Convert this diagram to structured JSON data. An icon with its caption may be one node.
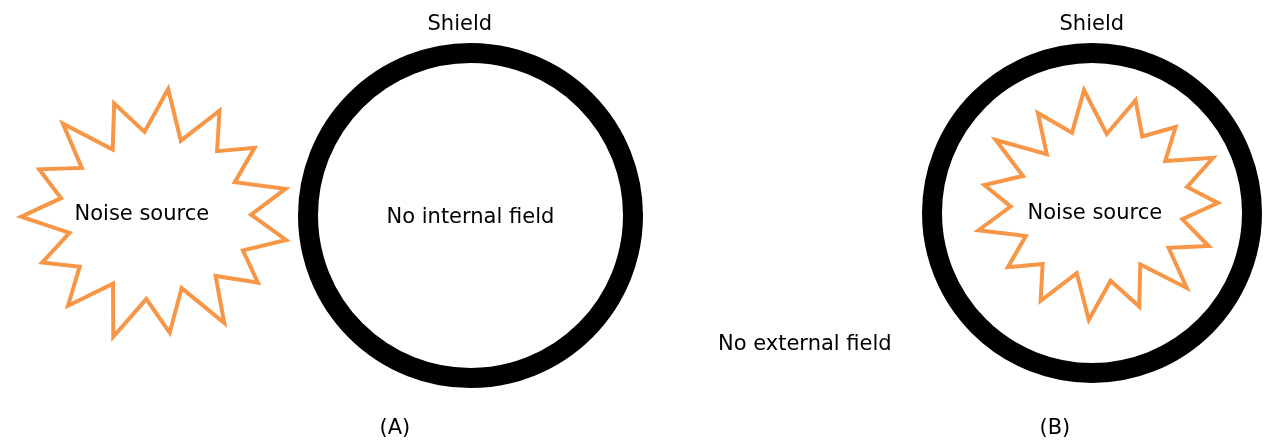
{
  "diagram": {
    "nodes": [
      {
        "text": [
          "Noise source"
        ]
      },
      {
        "text": [
          "Shield",
          "No internal field"
        ]
      },
      {
        "text": [
          "Shield"
        ]
      },
      {
        "text": [
          "Noise source"
        ],
        "in": 2
      }
    ],
    "labels": [
      "No external field",
      "(A)",
      "(B)"
    ]
  }
}
